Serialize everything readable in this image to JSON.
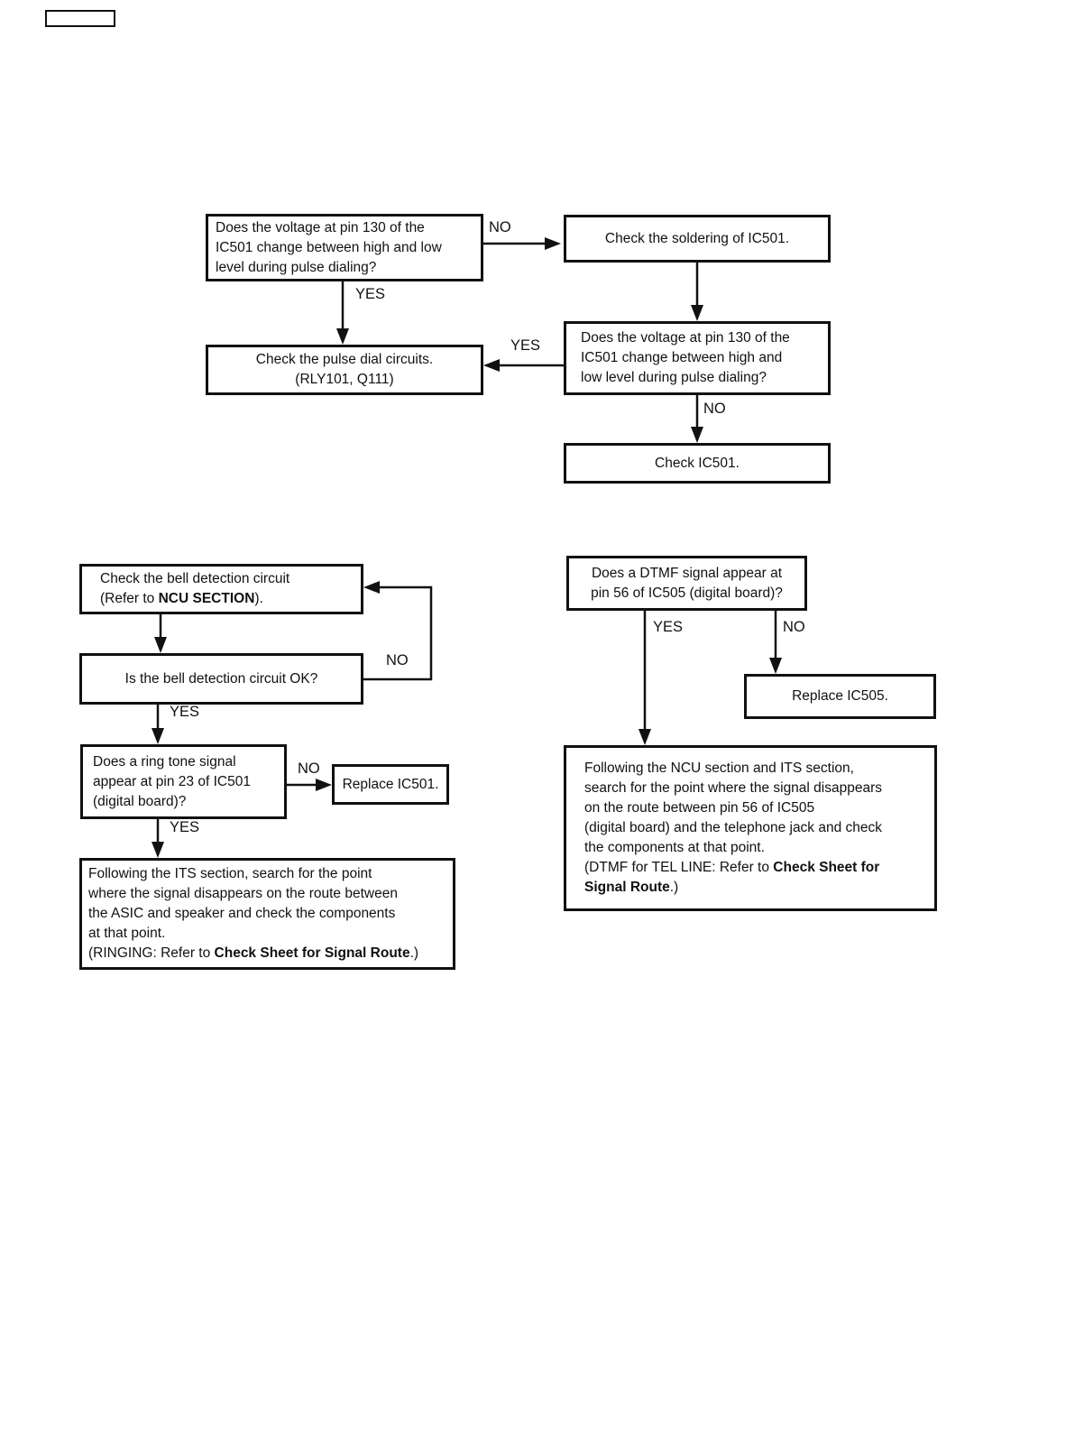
{
  "colors": {
    "ink": "#111111",
    "background": "#ffffff"
  },
  "flow_top": {
    "q_pulse_1": {
      "lines": [
        "Does the voltage at pin 130 of the",
        "IC501 change between high and low",
        "level during pulse dialing?"
      ]
    },
    "no_1": "NO",
    "yes_1": "YES",
    "check_soldering": "Check the soldering of IC501.",
    "q_pulse_2": {
      "lines": [
        "Does the voltage at pin 130 of the",
        "IC501 change between high and",
        "low level during pulse dialing?"
      ]
    },
    "yes_2": "YES",
    "no_2": "NO",
    "check_pulse_dial": {
      "lines": [
        "Check the pulse dial circuits.",
        "(RLY101, Q111)"
      ]
    },
    "check_ic501": "Check IC501."
  },
  "flow_bell": {
    "check_bell": {
      "line1": "Check the bell detection circuit",
      "line2_pre": "(Refer to ",
      "line2_bold": "NCU SECTION",
      "line2_post": ")."
    },
    "q_bell_ok": "Is the bell detection circuit OK?",
    "no_loop": "NO",
    "yes_1": "YES",
    "q_ring_tone": {
      "lines": [
        "Does a ring tone signal",
        "appear at pin 23 of IC501",
        "(digital board)?"
      ]
    },
    "no_2": "NO",
    "replace_ic501": "Replace IC501.",
    "yes_2": "YES",
    "follow_its": {
      "lines": [
        "Following the ITS section, search for the point",
        "where the signal disappears on the route between",
        "the ASIC and speaker and check the components",
        "at that point."
      ],
      "last_pre": "(RINGING: Refer to ",
      "last_bold": "Check Sheet for Signal Route",
      "last_post": ".)"
    }
  },
  "flow_dtmf": {
    "q_dtmf": {
      "lines": [
        "Does a DTMF signal appear at",
        "pin 56 of IC505 (digital board)?"
      ]
    },
    "yes": "YES",
    "no": "NO",
    "replace_ic505": "Replace IC505.",
    "follow_ncu": {
      "lines": [
        "Following the NCU section and ITS section,",
        "search for the point where the signal disappears",
        "on the route between pin 56 of IC505",
        "(digital board) and the telephone jack and check",
        "the components at that point."
      ],
      "line6_pre": "(DTMF for TEL LINE: Refer to ",
      "line6_bold": "Check Sheet for",
      "line7_bold": "Signal Route",
      "line7_post": ".)"
    }
  }
}
